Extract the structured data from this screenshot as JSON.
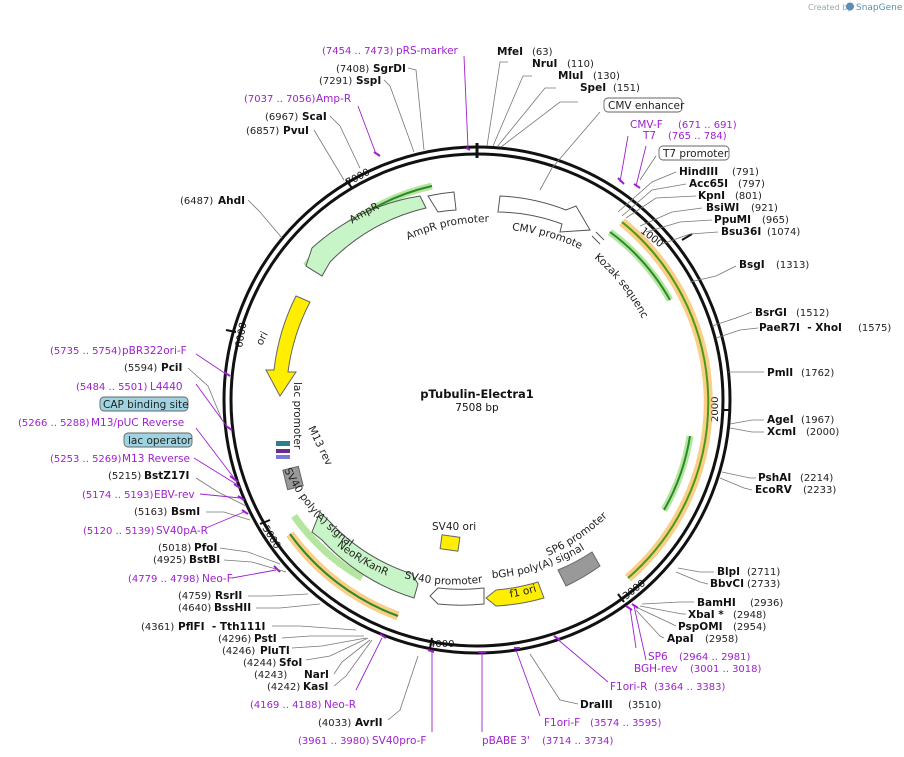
{
  "credit": {
    "created_by": "Created by",
    "brand": "SnapGene"
  },
  "plasmid": {
    "name": "pTubulin-Electra1",
    "length_label": "7508 bp",
    "length": 7508
  },
  "ticks": [
    "1000",
    "2000",
    "3000",
    "4000",
    "5000",
    "6000",
    "7000"
  ],
  "sites": [
    {
      "name": "MfeI",
      "pos": "(63)"
    },
    {
      "name": "NruI",
      "pos": "(110)"
    },
    {
      "name": "MluI",
      "pos": "(130)"
    },
    {
      "name": "SpeI",
      "pos": "(151)"
    },
    {
      "name": "HindIII",
      "pos": "(791)"
    },
    {
      "name": "Acc65I",
      "pos": "(797)"
    },
    {
      "name": "KpnI",
      "pos": "(801)"
    },
    {
      "name": "BsiWI",
      "pos": "(921)"
    },
    {
      "name": "PpuMI",
      "pos": "(965)"
    },
    {
      "name": "Bsu36I",
      "pos": "(1074)"
    },
    {
      "name": "BsgI",
      "pos": "(1313)"
    },
    {
      "name": "BsrGI",
      "pos": "(1512)"
    },
    {
      "name": "PaeR7I  - XhoI",
      "pos": "(1575)"
    },
    {
      "name": "PmlI",
      "pos": "(1762)"
    },
    {
      "name": "AgeI",
      "pos": "(1967)"
    },
    {
      "name": "XcmI",
      "pos": "(2000)"
    },
    {
      "name": "PshAI",
      "pos": "(2214)"
    },
    {
      "name": "EcoRV",
      "pos": "(2233)"
    },
    {
      "name": "BlpI",
      "pos": "(2711)"
    },
    {
      "name": "BbvCI",
      "pos": "(2733)"
    },
    {
      "name": "BamHI",
      "pos": "(2936)"
    },
    {
      "name": "XbaI *",
      "pos": "(2948)"
    },
    {
      "name": "PspOMI",
      "pos": "(2954)"
    },
    {
      "name": "ApaI",
      "pos": "(2958)"
    },
    {
      "name": "DraIII",
      "pos": "(3510)"
    },
    {
      "name": "AvrII",
      "pos": "(4033)"
    },
    {
      "name": "KasI",
      "pos": "(4242)"
    },
    {
      "name": "NarI",
      "pos": "(4243)"
    },
    {
      "name": "SfoI",
      "pos": "(4244)"
    },
    {
      "name": "PluTI",
      "pos": "(4246)"
    },
    {
      "name": "PstI",
      "pos": "(4296)"
    },
    {
      "name": "PflFI  - Tth111I",
      "pos": "(4361)"
    },
    {
      "name": "BssHII",
      "pos": "(4640)"
    },
    {
      "name": "RsrII",
      "pos": "(4759)"
    },
    {
      "name": "BstBI",
      "pos": "(4925)"
    },
    {
      "name": "PfoI",
      "pos": "(5018)"
    },
    {
      "name": "BsmI",
      "pos": "(5163)"
    },
    {
      "name": "BstZ17I",
      "pos": "(5215)"
    },
    {
      "name": "PciI",
      "pos": "(5594)"
    },
    {
      "name": "AhdI",
      "pos": "(6487)"
    },
    {
      "name": "PvuI",
      "pos": "(6857)"
    },
    {
      "name": "ScaI",
      "pos": "(6967)"
    },
    {
      "name": "SspI",
      "pos": "(7291)"
    },
    {
      "name": "SgrDI",
      "pos": "(7408)"
    }
  ],
  "primers": [
    {
      "name": "pRS-marker",
      "range": "(7454 .. 7473)"
    },
    {
      "name": "Amp-R",
      "range": "(7037 .. 7056)"
    },
    {
      "name": "CMV-F",
      "range": "(671 .. 691)"
    },
    {
      "name": "T7",
      "range": "(765 .. 784)"
    },
    {
      "name": "pBR322ori-F",
      "range": "(5735 .. 5754)"
    },
    {
      "name": "L4440",
      "range": "(5484 .. 5501)"
    },
    {
      "name": "M13/pUC Reverse",
      "range": "(5266 .. 5288)"
    },
    {
      "name": "M13 Reverse",
      "range": "(5253 .. 5269)"
    },
    {
      "name": "EBV-rev",
      "range": "(5174 .. 5193)"
    },
    {
      "name": "SV40pA-R",
      "range": "(5120 .. 5139)"
    },
    {
      "name": "Neo-F",
      "range": "(4779 .. 4798)"
    },
    {
      "name": "Neo-R",
      "range": "(4169 .. 4188)"
    },
    {
      "name": "SV40pro-F",
      "range": "(3961 .. 3980)"
    },
    {
      "name": "pBABE 3'",
      "range": "(3714 .. 3734)"
    },
    {
      "name": "F1ori-F",
      "range": "(3574 .. 3595)"
    },
    {
      "name": "F1ori-R",
      "range": "(3364 .. 3383)"
    },
    {
      "name": "SP6",
      "range": "(2964 .. 2981)"
    },
    {
      "name": "BGH-rev",
      "range": "(3001 .. 3018)"
    }
  ],
  "boxed_features": [
    "CMV enhancer",
    "T7 promoter",
    "CAP binding site",
    "lac operator"
  ],
  "features": {
    "ampr": "AmpR",
    "ampr_promoter": "AmpR promoter",
    "cmv_promoter": "CMV promoter",
    "kozak": "Kozak sequence",
    "ori": "ori",
    "lac_promoter": "lac promoter",
    "m13_rev": "M13 rev",
    "sv40_polya": "SV40 poly(A) signal",
    "neo": "NeoR/KanR",
    "sv40_promoter": "SV40 promoter",
    "sv40_ori": "SV40 ori",
    "f1_ori": "f1 ori",
    "bgh_polya": "bGH poly(A) signal",
    "sp6_promoter": "SP6 promoter"
  },
  "colors": {
    "backbone": "#111111",
    "primer": "#a020d0",
    "cds_fill": "#c8f5c8",
    "cds_stroke": "#2a8a2a",
    "ori_fill": "#ffee00",
    "orf_outline": "#f5a623",
    "promoter_fill": "#ffffff",
    "boxed_fill": "#9fd3e0",
    "gray_feature": "#999999"
  }
}
